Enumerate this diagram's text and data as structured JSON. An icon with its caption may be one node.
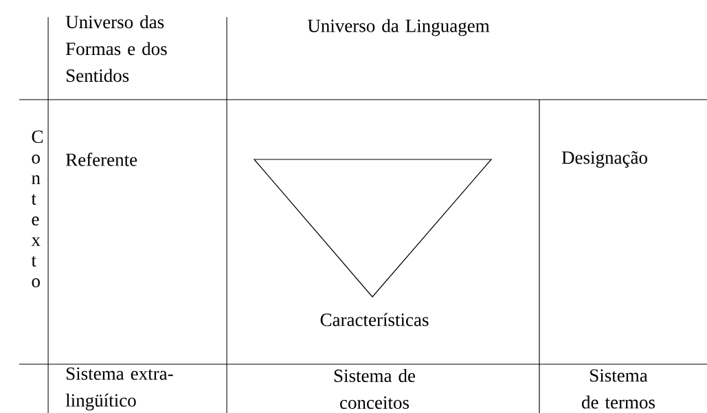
{
  "diagram": {
    "labels": [
      "Universo das Formas e dos Sentidos",
      "Universo da Linguagem",
      "Contexto",
      "Referente",
      "Designação",
      "Características",
      "Sistema extra-lingüítico",
      "Sistema de conceitos",
      "Sistema de termos"
    ]
  }
}
